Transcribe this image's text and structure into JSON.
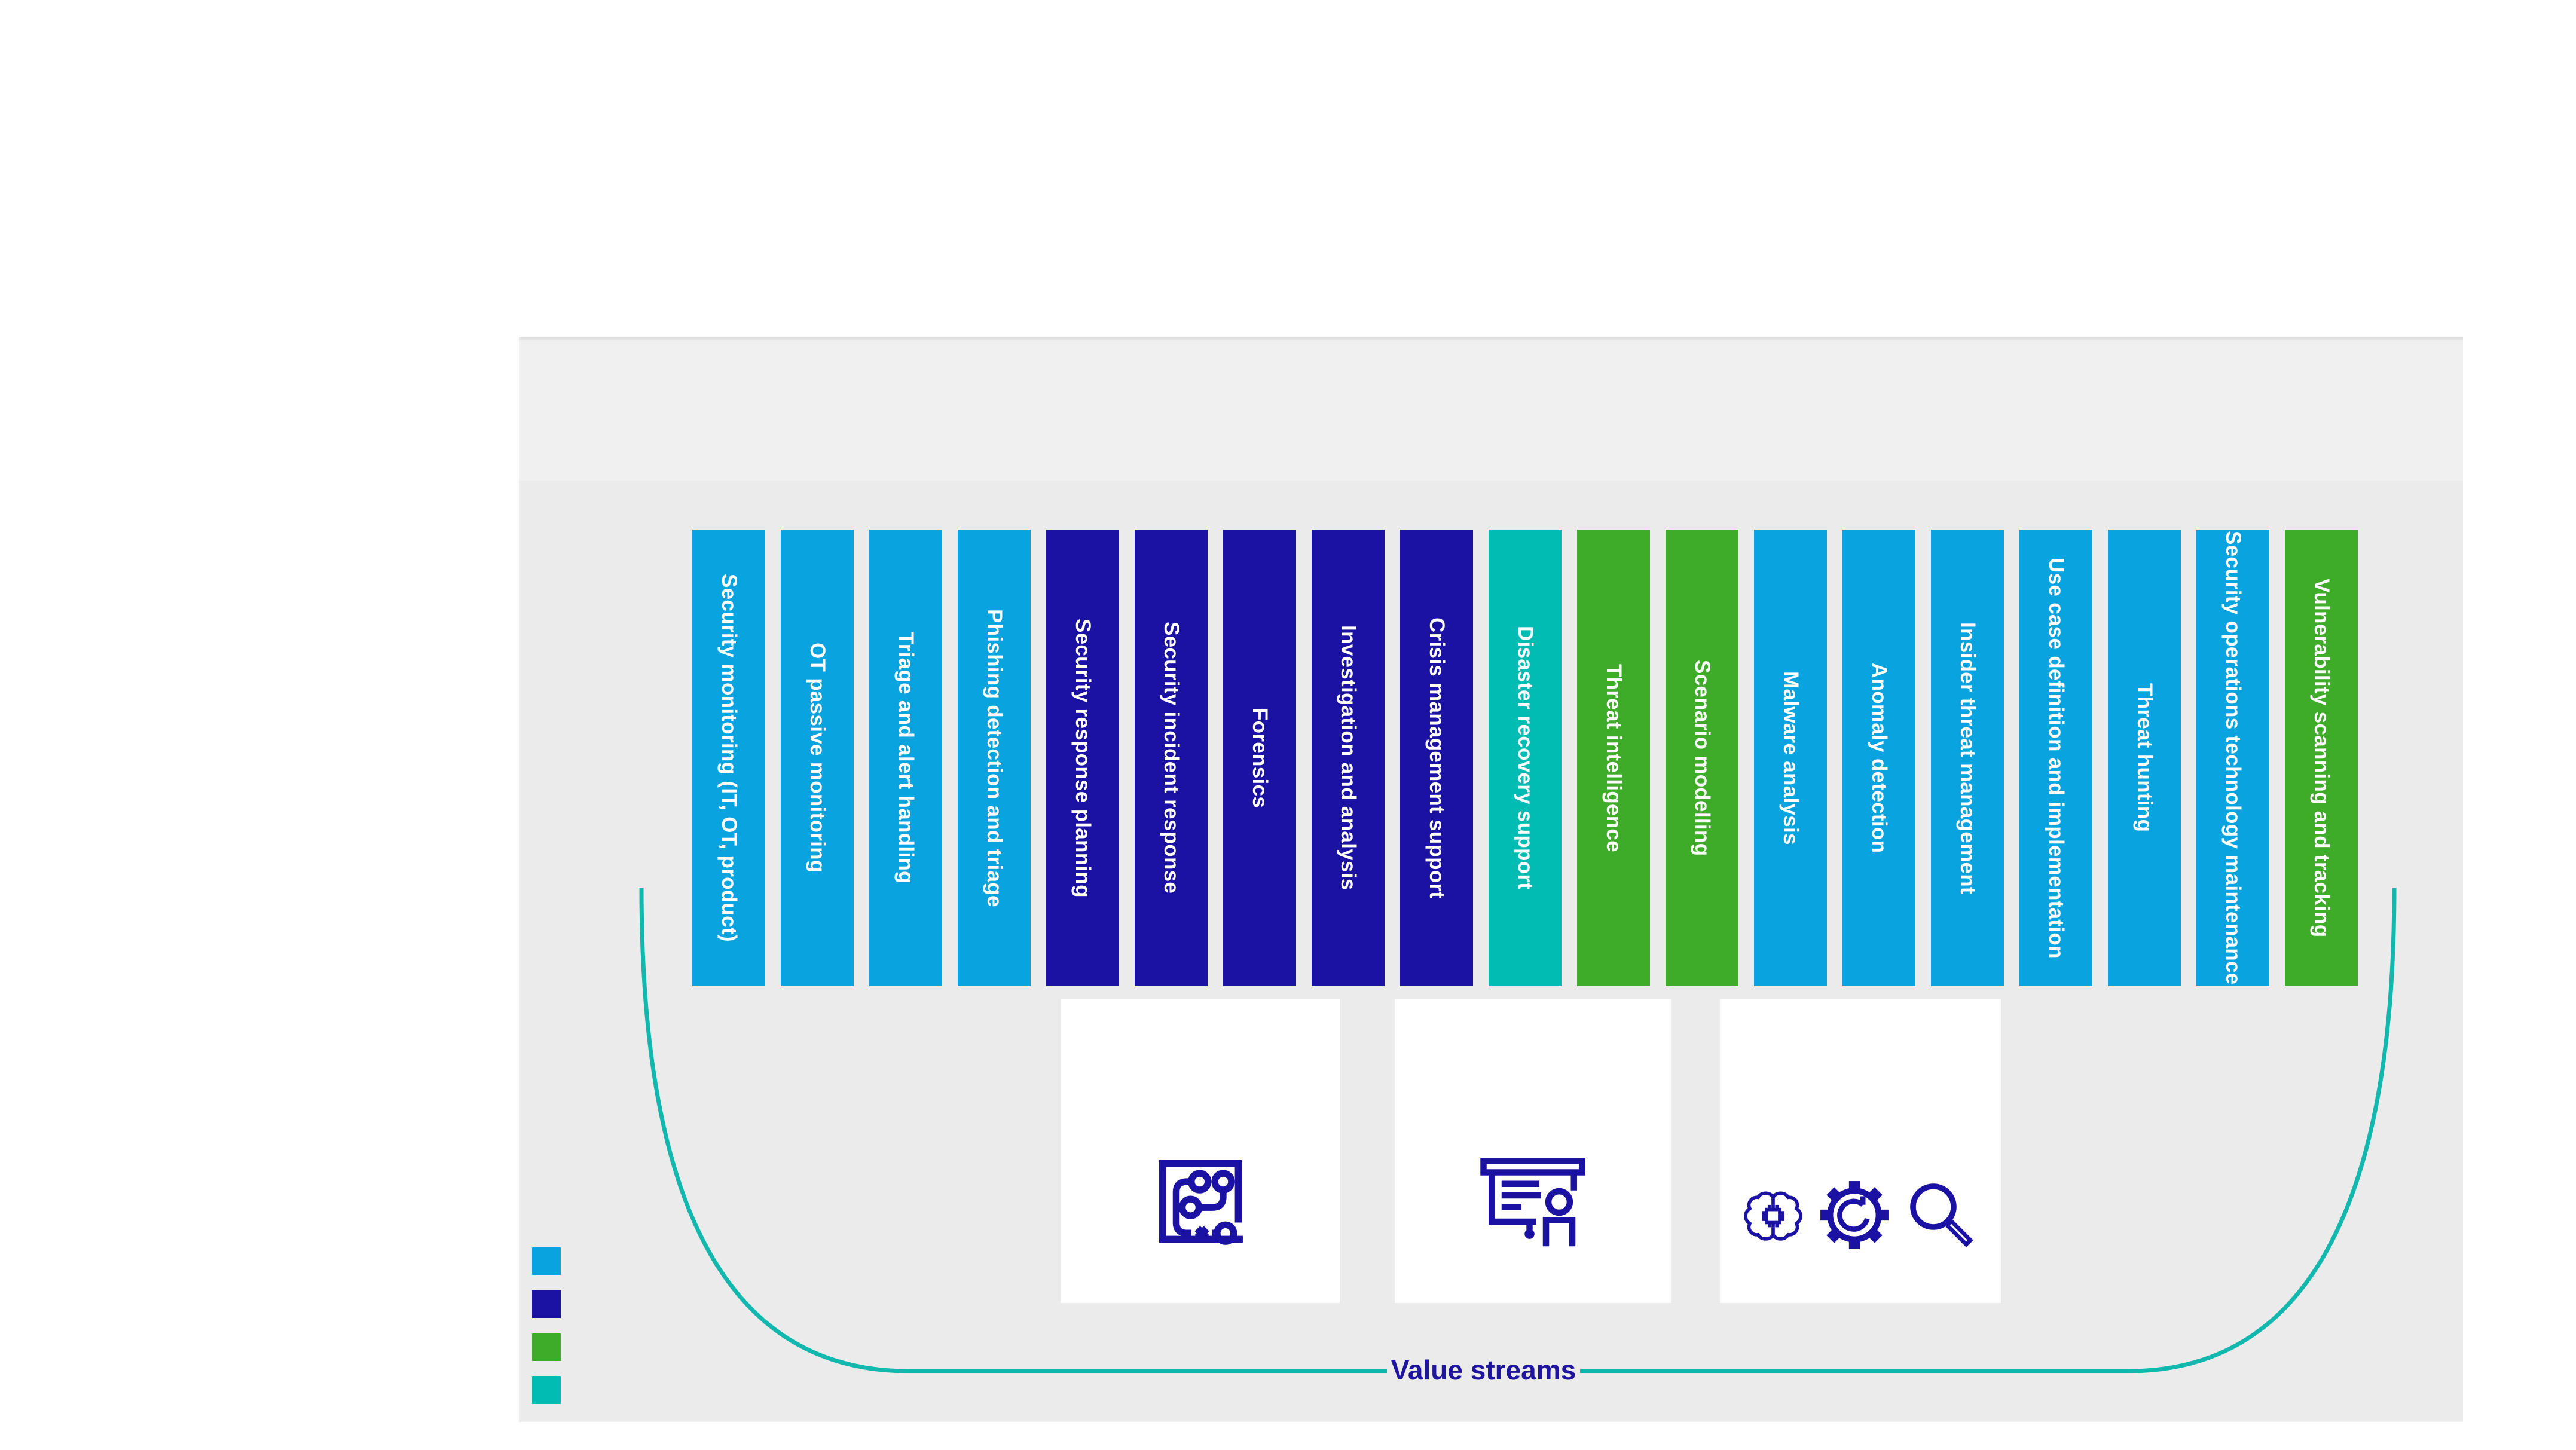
{
  "diagram": {
    "colors": {
      "lightBlue": "#09a3e0",
      "darkBlue": "#1b11a3",
      "green": "#3eac28",
      "teal": "#00bcb2",
      "curveTeal": "#12b7ae",
      "valueStreamsText": "#1e149e",
      "barText": "#ffffff",
      "panelMain": "#ebebeb",
      "panelTopBand": "#f0f0f0",
      "cardBackground": "#ffffff",
      "iconInk": "#1b11a3"
    },
    "bars": [
      {
        "label": "Security monitoring (IT, OT, product)",
        "color": "lightBlue"
      },
      {
        "label": "OT passive monitoring",
        "color": "lightBlue"
      },
      {
        "label": "Triage and alert handling",
        "color": "lightBlue"
      },
      {
        "label": "Phishing detection and triage",
        "color": "lightBlue"
      },
      {
        "label": "Security response planning",
        "color": "darkBlue"
      },
      {
        "label": "Security incident response",
        "color": "darkBlue"
      },
      {
        "label": "Forensics",
        "color": "darkBlue"
      },
      {
        "label": "Investigation and analysis",
        "color": "darkBlue"
      },
      {
        "label": "Crisis management support",
        "color": "darkBlue"
      },
      {
        "label": "Disaster recovery support",
        "color": "teal"
      },
      {
        "label": "Threat intelligence",
        "color": "green"
      },
      {
        "label": "Scenario modelling",
        "color": "green"
      },
      {
        "label": "Malware analysis",
        "color": "lightBlue"
      },
      {
        "label": "Anomaly detection",
        "color": "lightBlue"
      },
      {
        "label": "Insider threat management",
        "color": "lightBlue"
      },
      {
        "label": "Use case definition and implementation",
        "color": "lightBlue"
      },
      {
        "label": "Threat hunting",
        "color": "lightBlue"
      },
      {
        "label": "Security operations technology maintenance",
        "color": "lightBlue"
      },
      {
        "label": "Vulnerability scanning and tracking",
        "color": "green"
      }
    ],
    "cards": [
      {
        "icons": [
          "strategy-map-icon"
        ]
      },
      {
        "icons": [
          "presentation-icon"
        ]
      },
      {
        "icons": [
          "ai-brain-chip-icon",
          "gear-refresh-icon",
          "magnifier-icon"
        ]
      }
    ],
    "legend": [
      {
        "color": "lightBlue"
      },
      {
        "color": "darkBlue"
      },
      {
        "color": "green"
      },
      {
        "color": "teal"
      }
    ],
    "value_streams_label": "Value streams"
  }
}
